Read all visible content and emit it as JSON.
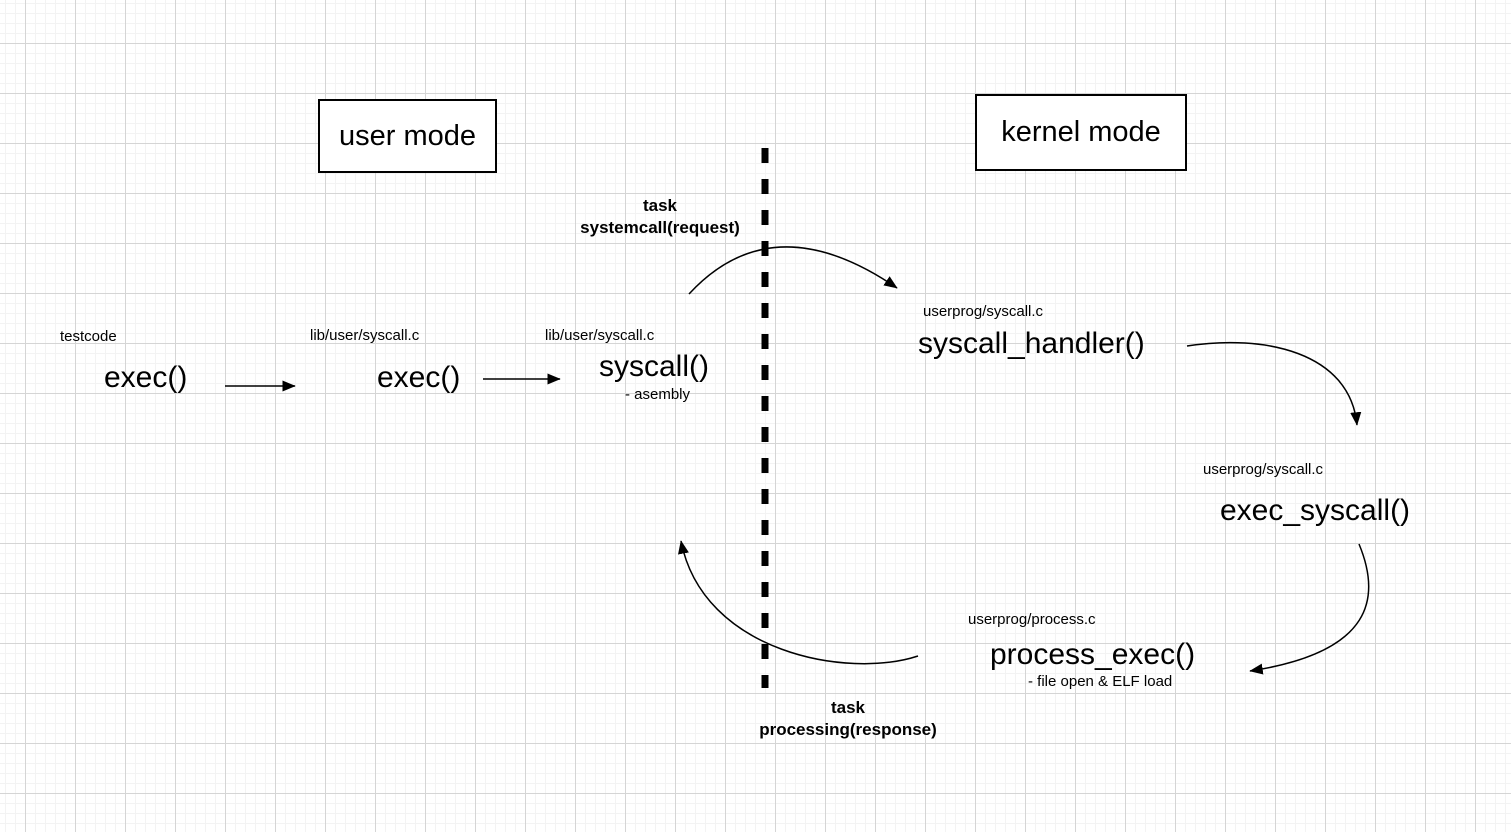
{
  "mode_boxes": {
    "user": "user mode",
    "kernel": "kernel mode"
  },
  "nodes": {
    "testcode_exec": {
      "file": "testcode",
      "func": "exec()"
    },
    "lib_exec": {
      "file": "lib/user/syscall.c",
      "func": "exec()"
    },
    "lib_syscall": {
      "file": "lib/user/syscall.c",
      "func": "syscall()",
      "note": "- asembly"
    },
    "syscall_handler": {
      "file": "userprog/syscall.c",
      "func": "syscall_handler()"
    },
    "exec_syscall": {
      "file": "userprog/syscall.c",
      "func": "exec_syscall()"
    },
    "process_exec": {
      "file": "userprog/process.c",
      "func": "process_exec()",
      "note": "- file open & ELF load"
    }
  },
  "flow_labels": {
    "request": {
      "line1": "task",
      "line2": "systemcall(request)"
    },
    "response": {
      "line1": "task",
      "line2": "processing(response)"
    }
  },
  "colors": {
    "ink": "#000000",
    "canvas": "#ffffff",
    "grid_minor": "#f3f3f3",
    "grid_major": "#d5d5d5"
  }
}
